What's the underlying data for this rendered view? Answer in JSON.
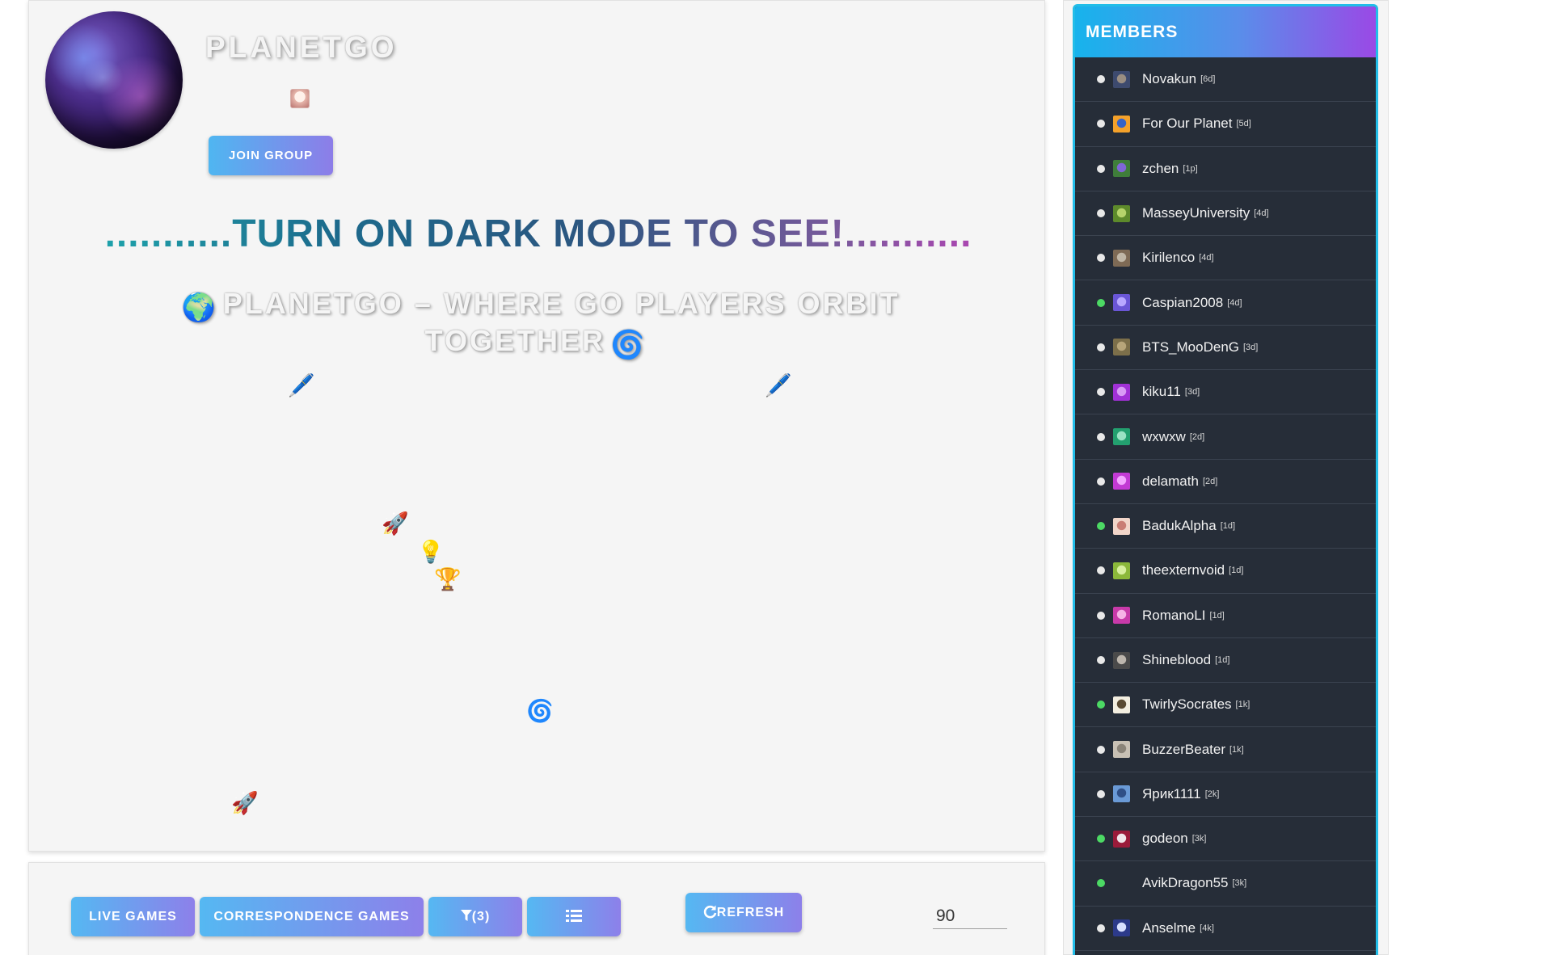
{
  "group": {
    "name": "PLANETGO",
    "join_label": "JOIN GROUP",
    "dark_mode_banner": "...........TURN ON DARK MODE TO SEE!...........",
    "tagline": "PLANETGO – WHERE GO PLAYERS ORBIT TOGETHER",
    "tagline_icons": {
      "before": "🌍",
      "after": "🌀"
    }
  },
  "decorations": {
    "pen_1": "🖊️",
    "pen_2": "🖊️",
    "rocket_1": "🚀",
    "bulb": "💡",
    "trophy": "🏆",
    "galaxy": "🌀",
    "rocket_2": "🚀"
  },
  "toolbar": {
    "live_games": "LIVE GAMES",
    "correspondence_games": "CORRESPONDENCE GAMES",
    "filter_label": "(3)",
    "refresh_label": "REFRESH",
    "count_value": "90"
  },
  "members": {
    "title": "MEMBERS",
    "list": [
      {
        "name": "Novakun",
        "rank": "[6d]",
        "online": false,
        "avatar_colors": [
          "#3d4a6e",
          "#9a8e82"
        ]
      },
      {
        "name": "For Our Planet",
        "rank": "[5d]",
        "online": false,
        "avatar_colors": [
          "#f4a12a",
          "#3563c8"
        ]
      },
      {
        "name": "zchen",
        "rank": "[1p]",
        "online": false,
        "avatar_colors": [
          "#3f7d3a",
          "#7f66d6"
        ]
      },
      {
        "name": "MasseyUniversity",
        "rank": "[4d]",
        "online": false,
        "avatar_colors": [
          "#5d8a2b",
          "#b6d46b"
        ]
      },
      {
        "name": "Kirilenco",
        "rank": "[4d]",
        "online": false,
        "avatar_colors": [
          "#7e6a55",
          "#c0b6a6"
        ]
      },
      {
        "name": "Caspian2008",
        "rank": "[4d]",
        "online": true,
        "avatar_colors": [
          "#6a56d6",
          "#b8a8ff"
        ]
      },
      {
        "name": "BTS_MooDenG",
        "rank": "[3d]",
        "online": false,
        "avatar_colors": [
          "#7c6f4a",
          "#b7a57a"
        ]
      },
      {
        "name": "kiku11",
        "rank": "[3d]",
        "online": false,
        "avatar_colors": [
          "#a131d6",
          "#d99cf5"
        ]
      },
      {
        "name": "wxwxw",
        "rank": "[2d]",
        "online": false,
        "avatar_colors": [
          "#23a06f",
          "#9be3c4"
        ]
      },
      {
        "name": "delamath",
        "rank": "[2d]",
        "online": false,
        "avatar_colors": [
          "#c23ad4",
          "#f3a7ff"
        ]
      },
      {
        "name": "BadukAlpha",
        "rank": "[1d]",
        "online": true,
        "avatar_colors": [
          "#f1d5c9",
          "#c97d74"
        ]
      },
      {
        "name": "theexternvoid",
        "rank": "[1d]",
        "online": false,
        "avatar_colors": [
          "#8bb83a",
          "#d7ef9f"
        ]
      },
      {
        "name": "RomanoLI",
        "rank": "[1d]",
        "online": false,
        "avatar_colors": [
          "#c83aa9",
          "#f6b2e6"
        ]
      },
      {
        "name": "Shineblood",
        "rank": "[1d]",
        "online": false,
        "avatar_colors": [
          "#4a4a4a",
          "#bdb6ad"
        ]
      },
      {
        "name": "TwirlySocrates",
        "rank": "[1k]",
        "online": true,
        "avatar_colors": [
          "#f3eee0",
          "#5a4a32"
        ]
      },
      {
        "name": "BuzzerBeater",
        "rank": "[1k]",
        "online": false,
        "avatar_colors": [
          "#c8c0b4",
          "#8a8378"
        ]
      },
      {
        "name": "Ярик1111",
        "rank": "[2k]",
        "online": false,
        "avatar_colors": [
          "#6a9ad6",
          "#2f4f86"
        ]
      },
      {
        "name": "godeon",
        "rank": "[3k]",
        "online": true,
        "avatar_colors": [
          "#9a1b3a",
          "#f0e6ea"
        ]
      },
      {
        "name": "AvikDragon55",
        "rank": "[3k]",
        "online": true,
        "avatar_colors": [
          "#262d38",
          "#262d38"
        ]
      },
      {
        "name": "Anselme",
        "rank": "[4k]",
        "online": false,
        "avatar_colors": [
          "#2c3a8a",
          "#d8e0ff"
        ]
      },
      {
        "name": "",
        "rank": "",
        "online": false,
        "avatar_colors": [
          "#262d38",
          "#262d38"
        ]
      }
    ]
  },
  "colors": {
    "button_gradient": [
      "#4fb6f1",
      "#8d7de8"
    ],
    "members_header_gradient": [
      "#17b3ec",
      "#9a49e6"
    ],
    "members_panel_bg": "#262d38",
    "members_border": "#22bde8",
    "online_dot": "#4cd964",
    "offline_dot": "#e8e8e8"
  },
  "icons": {
    "filter": "funnel-icon",
    "list_view": "list-icon",
    "refresh": "refresh-icon"
  }
}
